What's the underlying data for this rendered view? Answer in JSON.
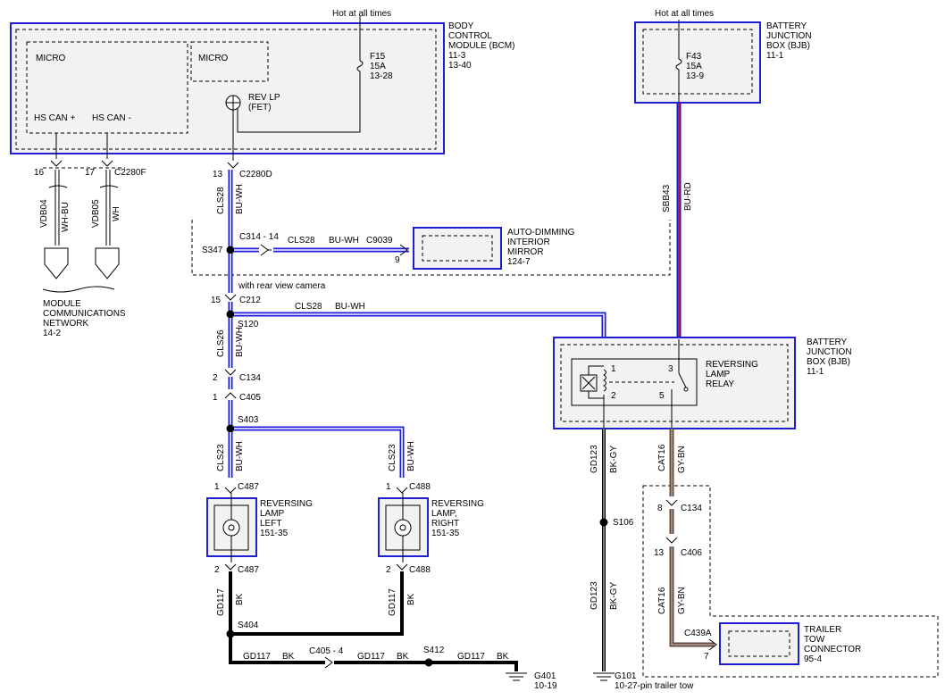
{
  "labels": {
    "hot1": "Hot at all times",
    "hot2": "Hot at all times",
    "bcm_name": [
      "BODY",
      "CONTROL",
      "MODULE (BCM)",
      "11-3",
      "13-40"
    ],
    "micro1": "MICRO",
    "micro2": "MICRO",
    "hscanp": "HS CAN +",
    "hscanm": "HS CAN -",
    "f15": [
      "F15",
      "15A",
      "13-28"
    ],
    "revlp": [
      "REV LP",
      "(FET)"
    ],
    "bjb_top": [
      "BATTERY",
      "JUNCTION",
      "BOX (BJB)",
      "11-1"
    ],
    "f43": [
      "F43",
      "15A",
      "13-9"
    ],
    "pin16": "16",
    "pin17": "17",
    "c2280f": "C2280F",
    "vdb04": "VDB04",
    "whbu": "WH-BU",
    "vdb05": "VDB05",
    "wh": "WH",
    "mcn": [
      "MODULE",
      "COMMUNICATIONS",
      "NETWORK",
      "14-2"
    ],
    "pin13": "13",
    "c2280d": "C2280D",
    "cls28_a": "CLS28",
    "buwh_a": "BU-WH",
    "sbb43": "SBB43",
    "burd": "BU-RD",
    "s347": "S347",
    "c314": "C314 - 14",
    "cls28_b": "CLS28",
    "buwh_b": "BU-WH",
    "c9039": "C9039",
    "pin9": "9",
    "mirror": [
      "AUTO-DIMMING",
      "INTERIOR",
      "MIRROR",
      "124-7"
    ],
    "rvc": "with rear view camera",
    "pin15": "15",
    "c212": "C212",
    "s120": "S120",
    "cls28_c": "CLS28",
    "buwh_c": "BU-WH",
    "cls26": "CLS26",
    "buwh_d": "BU-WH",
    "pin2a": "2",
    "c134a": "C134",
    "pin1a": "1",
    "c405": "C405",
    "s403": "S403",
    "bjb_mid": [
      "BATTERY",
      "JUNCTION",
      "BOX (BJB)",
      "11-1"
    ],
    "relay": [
      "REVERSING",
      "LAMP",
      "RELAY"
    ],
    "rp1": "1",
    "rp2": "2",
    "rp3": "3",
    "rp5": "5",
    "cls23_l": "CLS23",
    "buwh_l": "BU-WH",
    "cls23_r": "CLS23",
    "buwh_r": "BU-WH",
    "pin1l": "1",
    "c487a": "C487",
    "pin1r": "1",
    "c488a": "C488",
    "lamp_l": [
      "REVERSING",
      "LAMP",
      "LEFT",
      "151-35"
    ],
    "lamp_r": [
      "REVERSING",
      "LAMP,",
      "RIGHT",
      "151-35"
    ],
    "pin2l": "2",
    "c487b": "C487",
    "pin2r": "2",
    "c488b": "C488",
    "gd117_l": "GD117",
    "bk_l": "BK",
    "gd117_r": "GD117",
    "bk_r": "BK",
    "s404": "S404",
    "gd117_b1": "GD117",
    "bk_b1": "BK",
    "c4054": "C405 - 4",
    "gd117_b2": "GD117",
    "bk_b2": "BK",
    "s412": "S412",
    "gd117_b3": "GD117",
    "bk_b3": "BK",
    "g401": [
      "G401",
      "10-19"
    ],
    "gd123_a": "GD123",
    "bkgy_a": "BK-GY",
    "s106": "S106",
    "gd123_b": "GD123",
    "bkgy_b": "BK-GY",
    "g101": [
      "G101",
      "10-2"
    ],
    "cat16_a": "CAT16",
    "gybn_a": "GY-BN",
    "pin8": "8",
    "c134b": "C134",
    "pin13b": "13",
    "c406": "C406",
    "cat16_b": "CAT16",
    "gybn_b": "GY-BN",
    "c439a": "C439A",
    "pin7": "7",
    "trailer": [
      "TRAILER",
      "TOW",
      "CONNECTOR",
      "95-4"
    ],
    "sevenpin": "7-pin trailer tow"
  },
  "colors": {
    "module_outline": "#1f1fd0",
    "blue_wire": "#1a1ad9",
    "black_wire": "#000000",
    "brown_wire": "#6b4a3a",
    "box_fill": "#f2f2f2"
  }
}
